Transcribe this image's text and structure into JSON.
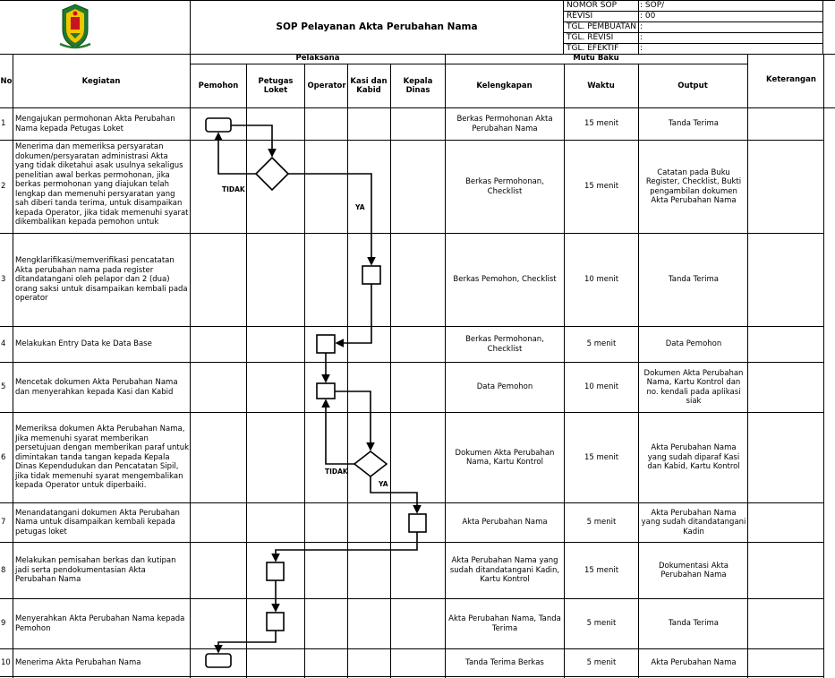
{
  "title": "SOP Pelayanan Akta Perubahan Nama",
  "meta": [
    {
      "label": "NOMOR SOP",
      "value": ": SOP/"
    },
    {
      "label": "REVISI",
      "value": ": 00"
    },
    {
      "label": "TGL. PEMBUATAN",
      "value": ":"
    },
    {
      "label": "TGL. REVISI",
      "value": ":"
    },
    {
      "label": "TGL. EFEKTIF",
      "value": ":"
    }
  ],
  "headers": {
    "no": "No",
    "kegiatan": "Kegiatan",
    "pelaksana": "Pelaksana",
    "pemohon": "Pemohon",
    "petugas": "Petugas Loket",
    "operator": "Operator",
    "kasi": "Kasi dan Kabid",
    "kepala": "Kepala Dinas",
    "mutu": "Mutu Baku",
    "kelengkapan": "Kelengkapan",
    "waktu": "Waktu",
    "output": "Output",
    "keterangan": "Keterangan"
  },
  "labels": {
    "tidak": "TIDAK",
    "ya": "YA"
  },
  "rows": [
    {
      "no": "1",
      "kegiatan": "Mengajukan permohonan Akta Perubahan Nama kepada Petugas Loket",
      "kelengkapan": "Berkas Permohonan Akta Perubahan Nama",
      "waktu": "15 menit",
      "output": "Tanda Terima"
    },
    {
      "no": "2",
      "kegiatan": "Menerima dan memeriksa persyaratan dokumen/persyaratan administrasi Akta yang tidak diketahui asak usulnya sekaligus penelitian awal berkas permohonan, jika berkas permohonan yang diajukan telah lengkap dan memenuhi persyaratan yang sah diberi tanda terima, untuk disampaikan kepada Operator, jika tidak memenuhi syarat dikembalikan kepada pemohon untuk",
      "kelengkapan": "Berkas Permohonan, Checklist",
      "waktu": "15 menit",
      "output": "Catatan pada Buku Register, Checklist, Bukti pengambilan dokumen Akta Perubahan Nama"
    },
    {
      "no": "3",
      "kegiatan": "Mengklarifikasi/memverifikasi pencatatan Akta perubahan nama pada register ditandatangani oleh pelapor dan 2 (dua) orang saksi untuk disampaikan kembali pada operator",
      "kelengkapan": "Berkas Pemohon, Checklist",
      "waktu": "10 menit",
      "output": "Tanda Terima"
    },
    {
      "no": "4",
      "kegiatan": "Melakukan Entry Data ke Data Base",
      "kelengkapan": "Berkas Permohonan, Checklist",
      "waktu": "5 menit",
      "output": "Data Pemohon"
    },
    {
      "no": "5",
      "kegiatan": "Mencetak dokumen Akta Perubahan Nama dan menyerahkan kepada Kasi dan Kabid",
      "kelengkapan": "Data Pemohon",
      "waktu": "10 menit",
      "output": "Dokumen Akta Perubahan Nama, Kartu Kontrol dan no. kendali pada aplikasi siak"
    },
    {
      "no": "6",
      "kegiatan": "Memeriksa dokumen Akta Perubahan Nama, Jika memenuhi syarat memberikan persetujuan dengan memberikan paraf untuk dimintakan tanda tangan kepada Kepala Dinas Kependudukan dan Pencatatan Sipil, jika tidak memenuhi syarat mengembalikan kepada Operator untuk diperbaiki.",
      "kelengkapan": "Dokumen Akta Perubahan Nama, Kartu Kontrol",
      "waktu": "15 menit",
      "output": "Akta Perubahan Nama yang sudah diparaf Kasi dan Kabid, Kartu Kontrol"
    },
    {
      "no": "7",
      "kegiatan": "Menandatangani dokumen Akta Perubahan Nama untuk disampaikan kembali kepada petugas loket",
      "kelengkapan": "Akta Perubahan Nama",
      "waktu": "5 menit",
      "output": "Akta Perubahan Nama yang sudah ditandatangani Kadin"
    },
    {
      "no": "8",
      "kegiatan": "Melakukan pemisahan berkas dan kutipan jadi serta pendokumentasian Akta Perubahan Nama",
      "kelengkapan": "Akta Perubahan Nama yang sudah ditandatangani Kadin, Kartu Kontrol",
      "waktu": "15 menit",
      "output": "Dokumentasi Akta Perubahan Nama"
    },
    {
      "no": "9",
      "kegiatan": "Menyerahkan Akta Perubahan Nama kepada Pemohon",
      "kelengkapan": "Akta Perubahan Nama, Tanda Terima",
      "waktu": "5 menit",
      "output": "Tanda Terima"
    },
    {
      "no": "10",
      "kegiatan": "Menerima Akta Perubahan Nama",
      "kelengkapan": "Tanda Terima Berkas",
      "waktu": "5 menit",
      "output": "Akta Perubahan Nama"
    }
  ]
}
